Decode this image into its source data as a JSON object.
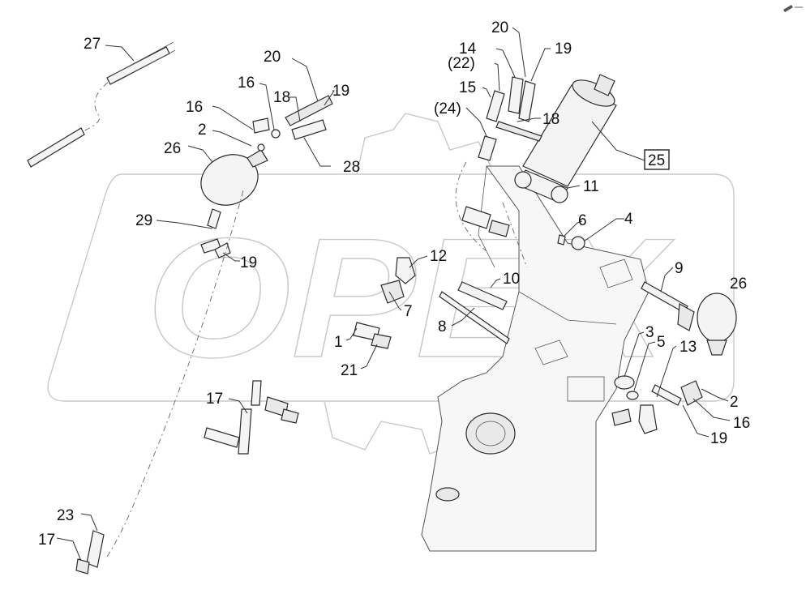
{
  "watermark": {
    "text": "OPEX"
  },
  "callouts": {
    "c27": "27",
    "c20a": "20",
    "c16a": "16",
    "c18a": "18",
    "c19a": "19",
    "c16b": "16",
    "c2a": "2",
    "c26a": "26",
    "c28": "28",
    "c29": "29",
    "c19b": "19",
    "c20b": "20",
    "c14": "14",
    "c22": "(22)",
    "c19c": "19",
    "c15": "15",
    "c24": "(24)",
    "c18b": "18",
    "c25": "25",
    "c11": "11",
    "c6": "6",
    "c4": "4",
    "c12": "12",
    "c10": "10",
    "c7": "7",
    "c8": "8",
    "c1": "1",
    "c21": "21",
    "c9": "9",
    "c26b": "26",
    "c3": "3",
    "c5": "5",
    "c13": "13",
    "c2b": "2",
    "c16c": "16",
    "c19d": "19",
    "c17a": "17",
    "c23": "23",
    "c17b": "17"
  },
  "icons": {
    "corner": "pencil-icon"
  }
}
